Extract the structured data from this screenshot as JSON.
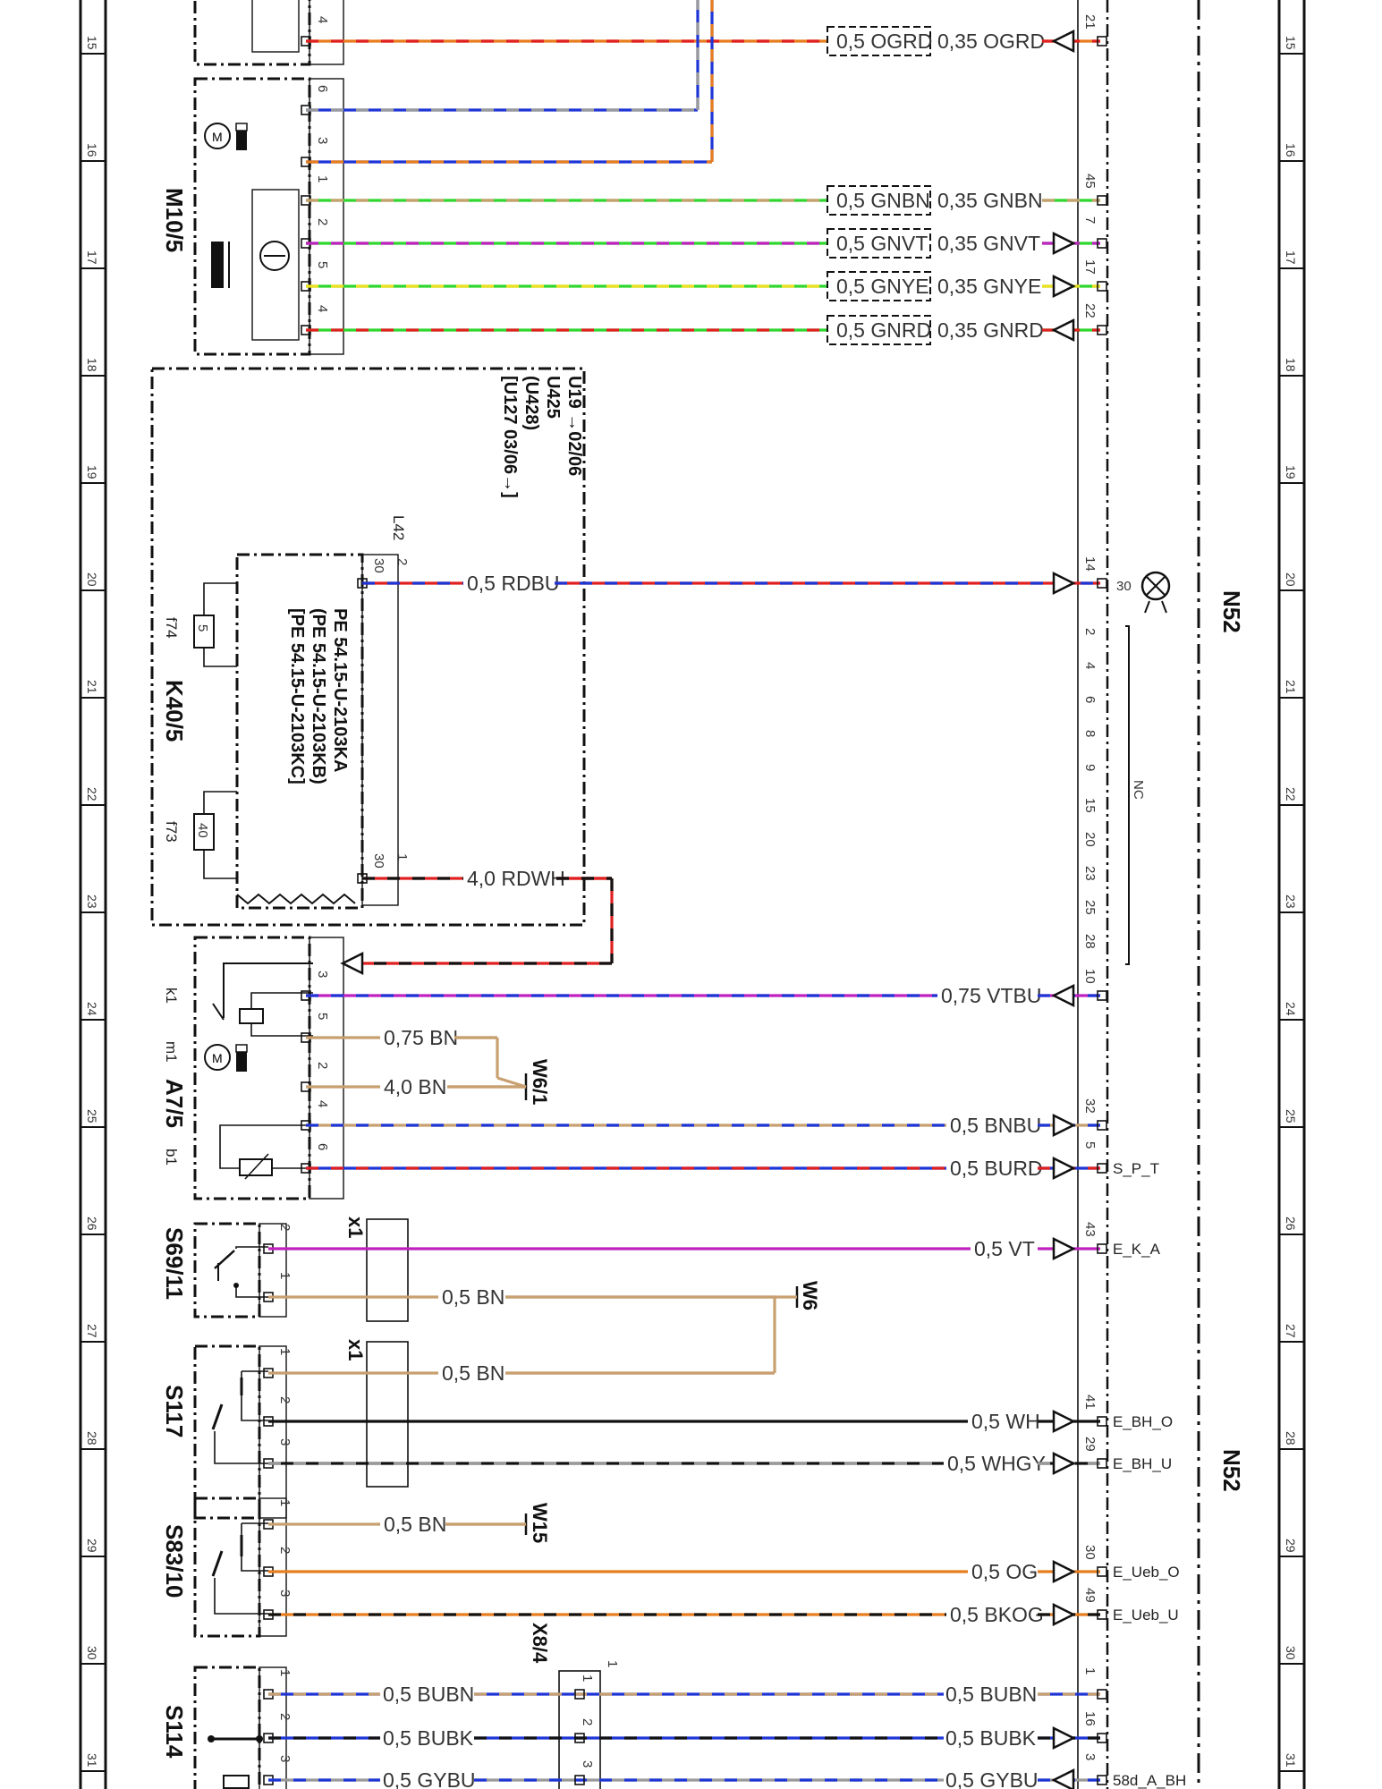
{
  "grid_numbers": [
    "15",
    "16",
    "17",
    "18",
    "19",
    "20",
    "21",
    "22",
    "23",
    "24",
    "25",
    "26",
    "27",
    "28",
    "29",
    "30",
    "31"
  ],
  "components": {
    "m10": "M10/5",
    "k40": "K40/5",
    "a7": "A7/5",
    "s69": "S69/11",
    "s117": "S117",
    "s83": "S83/10",
    "s114": "S114",
    "n52": "N52",
    "x1": "x1",
    "x8": "X8/4",
    "f74": "f74",
    "f73": "f73",
    "f74_rating": "5",
    "f73_rating": "40",
    "l42": "L42",
    "k1": "k1",
    "m1": "m1",
    "b1": "b1",
    "w6_1": "W6/1",
    "w6": "W6",
    "w15": "W15",
    "nc": "NC",
    "term30": "30"
  },
  "k40_notes": {
    "variant": "U19 →02/06",
    "codes": [
      "U425",
      "(U428)",
      "[U127 03/06→]"
    ],
    "pe_refs": [
      "PE 54.15-U-2103KA",
      "(PE 54.15-U-2103KB)",
      "[PE 54.15-U-2103KC]"
    ]
  },
  "nc_pins": [
    "2",
    "4",
    "6",
    "8",
    "9",
    "15",
    "20",
    "23",
    "25",
    "28"
  ],
  "wires": [
    {
      "id": "w15",
      "left_label": "0,5 OGRD",
      "right_label": "0,35 OGRD",
      "src_pin": "4",
      "dst_pin": "21",
      "colors": [
        "#e87d1e",
        "#e02020"
      ],
      "cut": true,
      "arrow": "in"
    },
    {
      "id": "w16a",
      "src_pin": "6",
      "colors": [
        "#1e35d6",
        "#999999"
      ]
    },
    {
      "id": "w16b",
      "src_pin": "3",
      "colors": [
        "#1e35d6",
        "#e87d1e"
      ]
    },
    {
      "id": "w17a",
      "left_label": "0,5 GNBN",
      "right_label": "0,35 GNBN",
      "src_pin": "1",
      "dst_pin": "45",
      "colors": [
        "#2ed62e",
        "#c8a070"
      ],
      "cut": true,
      "arrow": "none"
    },
    {
      "id": "w17b",
      "left_label": "0,5 GNVT",
      "right_label": "0,35 GNVT",
      "src_pin": "2",
      "dst_pin": "7",
      "colors": [
        "#2ed62e",
        "#c020c0"
      ],
      "cut": true,
      "arrow": "out"
    },
    {
      "id": "w17c",
      "left_label": "0,5 GNYE",
      "right_label": "0,35 GNYE",
      "src_pin": "5",
      "dst_pin": "17",
      "colors": [
        "#2ed62e",
        "#f0e020"
      ],
      "cut": true,
      "arrow": "out"
    },
    {
      "id": "w18",
      "left_label": "0,5 GNRD",
      "right_label": "0,35 GNRD",
      "src_pin": "4",
      "dst_pin": "22",
      "colors": [
        "#2ed62e",
        "#e02020"
      ],
      "cut": true,
      "arrow": "in"
    },
    {
      "id": "w20",
      "label": "0,5 RDBU",
      "src_pin": "30",
      "aux_pin": "2",
      "dst_pin": "14",
      "colors": [
        "#e02020",
        "#1e35d6"
      ],
      "arrow": "out"
    },
    {
      "id": "w23",
      "label": "4,0 RDWH",
      "src_pin": "30",
      "aux_pin": "1",
      "colors": [
        "#e02020",
        "#111111"
      ]
    },
    {
      "id": "w24",
      "label": "0,75 VTBU",
      "src_pin": "3",
      "dst_pin": "10",
      "colors": [
        "#c020c0",
        "#1e35d6"
      ],
      "arrow": "in"
    },
    {
      "id": "w24b",
      "label": "0,75 BN",
      "src_pin": "5",
      "colors": [
        "#c8a070"
      ]
    },
    {
      "id": "w25a",
      "label": "4,0 BN",
      "src_pin": "2",
      "colors": [
        "#c8a070"
      ]
    },
    {
      "id": "w25b",
      "label": "0,5 BNBU",
      "src_pin": "4",
      "dst_pin": "32",
      "colors": [
        "#c8a070",
        "#1e35d6"
      ],
      "arrow": "out"
    },
    {
      "id": "w25c",
      "label": "0,5 BURD",
      "src_pin": "6",
      "dst_pin": "5",
      "sig": "S_P_T",
      "colors": [
        "#1e35d6",
        "#e02020"
      ],
      "arrow": "out"
    },
    {
      "id": "w26",
      "label": "0,5 VT",
      "src_pin": "2",
      "dst_pin": "43",
      "sig": "E_K_A",
      "colors": [
        "#c020c0"
      ],
      "arrow": "out"
    },
    {
      "id": "w26b",
      "label": "0,5 BN",
      "src_pin": "1",
      "colors": [
        "#c8a070"
      ]
    },
    {
      "id": "w27",
      "label": "0,5 BN",
      "src_pin": "1",
      "colors": [
        "#c8a070"
      ]
    },
    {
      "id": "w28a",
      "label": "0,5 WH",
      "src_pin": "2",
      "dst_pin": "41",
      "sig": "E_BH_O",
      "colors": [
        "#111111"
      ],
      "arrow": "out"
    },
    {
      "id": "w28b",
      "label": "0,5 WHGY",
      "src_pin": "3",
      "dst_pin": "29",
      "sig": "E_BH_U",
      "colors": [
        "#111111",
        "#999999"
      ],
      "arrow": "out"
    },
    {
      "id": "w29a",
      "label": "0,5 BN",
      "src_pin": "1",
      "colors": [
        "#c8a070"
      ]
    },
    {
      "id": "w29b",
      "label": "0,5 OG",
      "src_pin": "2",
      "dst_pin": "30",
      "sig": "E_Ueb_O",
      "colors": [
        "#e87d1e"
      ],
      "arrow": "out"
    },
    {
      "id": "w29c",
      "label": "0,5 BKOG",
      "src_pin": "3",
      "dst_pin": "49",
      "sig": "E_Ueb_U",
      "colors": [
        "#e87d1e",
        "#111111"
      ],
      "arrow": "out"
    },
    {
      "id": "w30a",
      "left_label": "0,5 BUBN",
      "right_label": "0,5 BUBN",
      "src_pin": "1",
      "mid_pin": "1",
      "dst_pin": "1",
      "colors": [
        "#1e35d6",
        "#c8a070"
      ],
      "arrow": "none"
    },
    {
      "id": "w30b",
      "left_label": "0,5 BUBK",
      "right_label": "0,5 BUBK",
      "src_pin": "2",
      "mid_pin": "2",
      "dst_pin": "16",
      "colors": [
        "#1e35d6",
        "#111111"
      ],
      "arrow": "out"
    },
    {
      "id": "w31",
      "left_label": "0,5 GYBU",
      "right_label": "0,5 GYBU",
      "src_pin": "3",
      "mid_pin": "3",
      "dst_pin": "3",
      "sig": "58d_A_BH",
      "colors": [
        "#999999",
        "#1e35d6"
      ],
      "arrow": "in"
    }
  ],
  "x8_pin_label": "1",
  "colors": {
    "ink": "#111111",
    "red": "#e02020",
    "blue": "#1e35d6",
    "brown": "#c8a070",
    "green": "#2ed62e",
    "violet": "#c020c0"
  }
}
